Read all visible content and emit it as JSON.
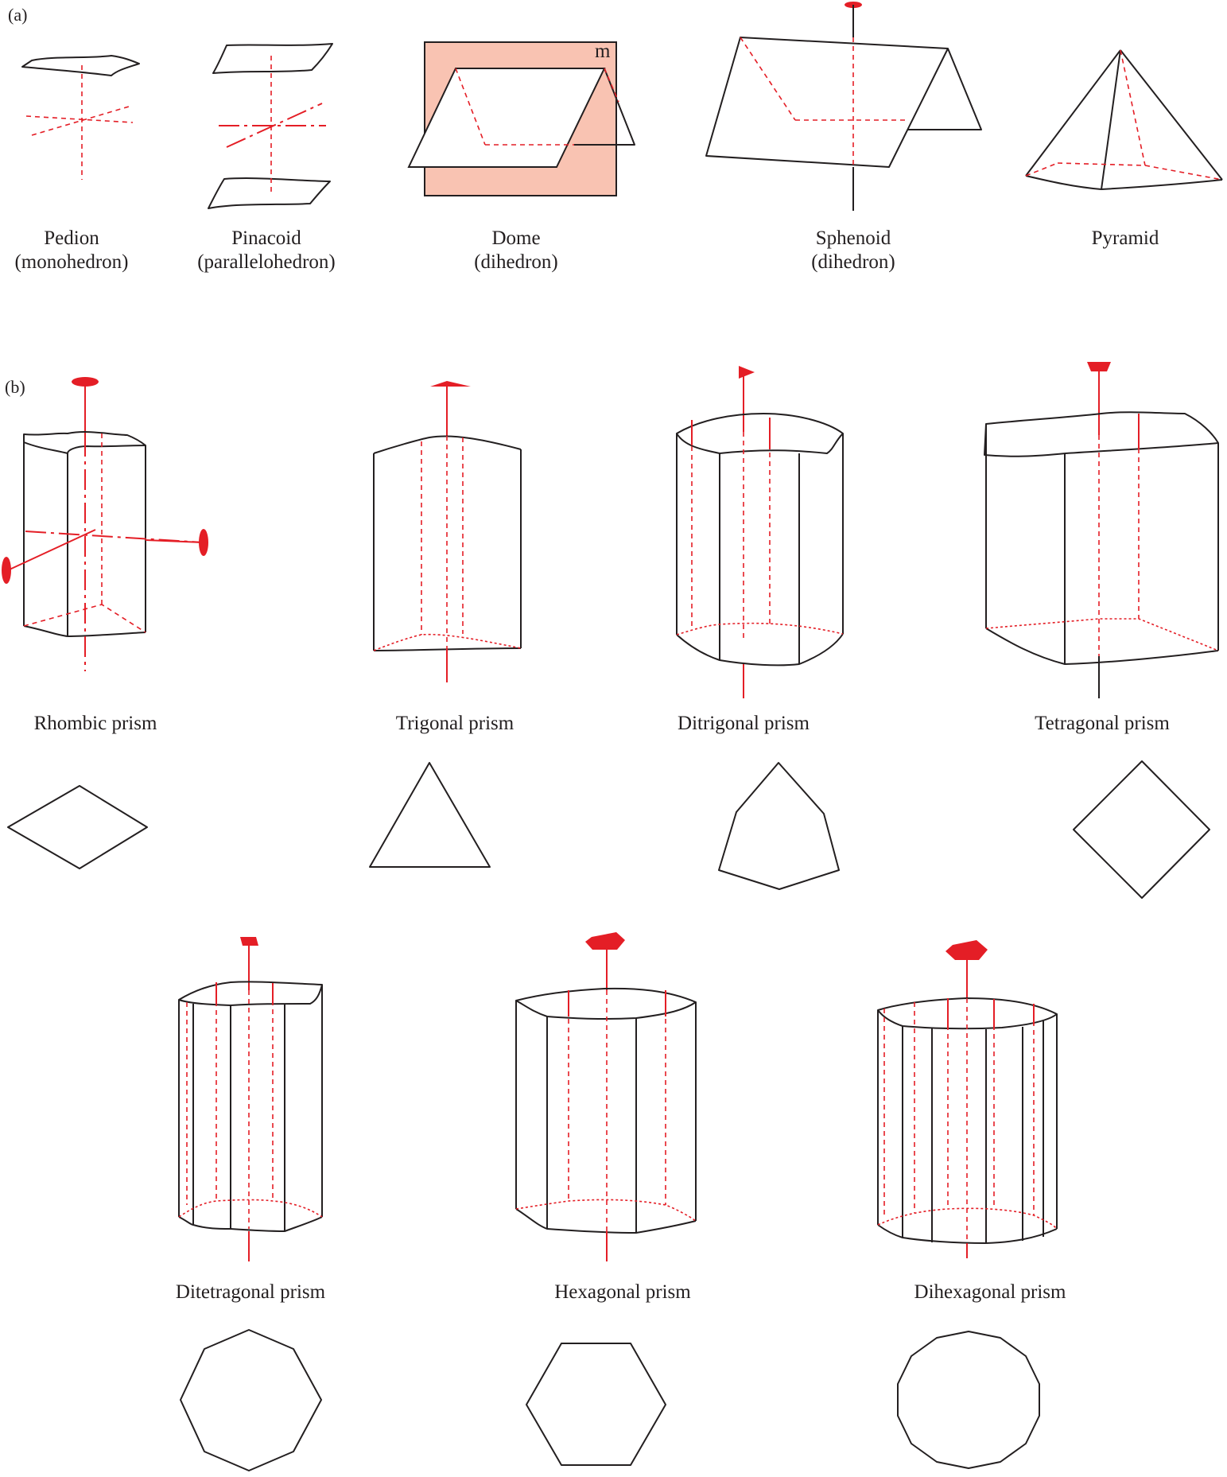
{
  "panels": {
    "a": "(a)",
    "b": "(b)"
  },
  "plane_label": "m",
  "forms_a": [
    {
      "name": "Pedion",
      "alt": "(monohedron)"
    },
    {
      "name": "Pinacoid",
      "alt": "(parallelohedron)"
    },
    {
      "name": "Dome",
      "alt": "(dihedron)"
    },
    {
      "name": "Sphenoid",
      "alt": "(dihedron)"
    },
    {
      "name": "Pyramid"
    }
  ],
  "prisms": [
    {
      "name": "Rhombic prism"
    },
    {
      "name": "Trigonal prism"
    },
    {
      "name": "Ditrigonal prism"
    },
    {
      "name": "Tetragonal prism"
    },
    {
      "name": "Ditetragonal prism"
    },
    {
      "name": "Hexagonal prism"
    },
    {
      "name": "Dihexagonal prism"
    }
  ],
  "colors": {
    "ink": "#231f20",
    "symmetry_red": "#e41e26",
    "mirror_plane_fill": "#f9c3b2"
  }
}
